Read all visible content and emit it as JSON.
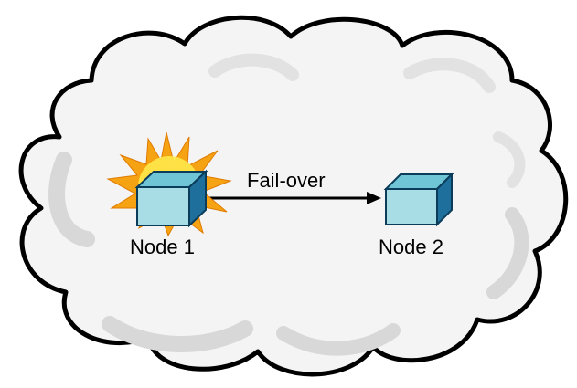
{
  "diagram": {
    "nodes": [
      {
        "id": "node1",
        "label": "Node 1",
        "status": "failed"
      },
      {
        "id": "node2",
        "label": "Node 2",
        "status": "active"
      }
    ],
    "edge": {
      "from": "node1",
      "to": "node2",
      "label": "Fail-over"
    }
  },
  "colors": {
    "cloud_fill": "#f4f4f4",
    "cloud_shadow": "#d8d8d8",
    "cloud_outline": "#000000",
    "box_front": "#a9dde5",
    "box_top": "#6fc4d6",
    "box_side": "#1f6f9c",
    "burst_outer": "#f6a313",
    "burst_inner": "#ffe84a",
    "arrow": "#000000"
  }
}
